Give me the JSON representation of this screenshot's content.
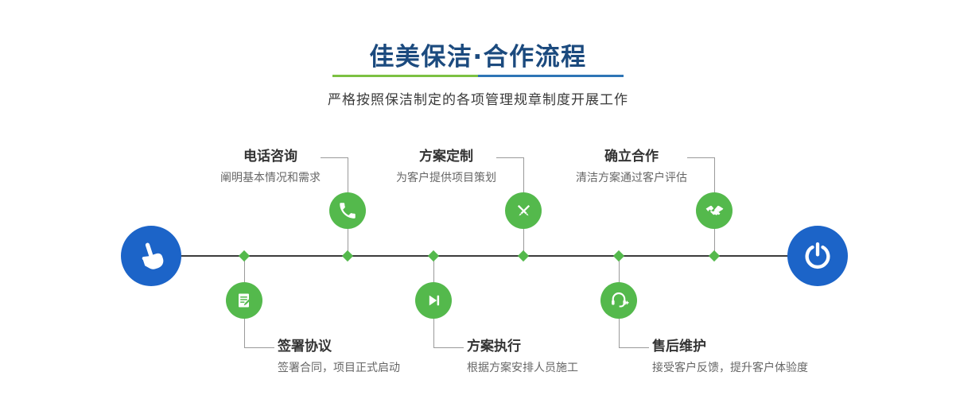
{
  "page": {
    "title": "佳美保洁·合作流程",
    "subtitle": "严格按照保洁制定的各项管理规章制度开展工作"
  },
  "colors": {
    "title_color": "#1b4a7e",
    "accent_green": "#54b94c",
    "accent_blue": "#1c64c8",
    "divider_green": "#7cc142",
    "divider_blue": "#2e75b6",
    "step_title_color": "#333333",
    "step_desc_color": "#666666",
    "line_color": "#3c3c3c",
    "connector_color": "#9a9a9a"
  },
  "timeline": {
    "start": {
      "icon": "hand-pointer-icon"
    },
    "end": {
      "icon": "power-icon"
    },
    "steps": [
      {
        "title": "签署协议",
        "desc": "签署合同，项目正式启动",
        "icon": "contract-sign-icon",
        "position": "bottom"
      },
      {
        "title": "电话咨询",
        "desc": "阐明基本情况和需求",
        "icon": "phone-icon",
        "position": "top"
      },
      {
        "title": "方案执行",
        "desc": "根据方案安排人员施工",
        "icon": "play-execute-icon",
        "position": "bottom"
      },
      {
        "title": "方案定制",
        "desc": "为客户提供项目策划",
        "icon": "pencil-tools-icon",
        "position": "top"
      },
      {
        "title": "售后维护",
        "desc": "接受客户反馈，提升客户体验度",
        "icon": "headset-support-icon",
        "position": "bottom"
      },
      {
        "title": "确立合作",
        "desc": "清洁方案通过客户评估",
        "icon": "handshake-icon",
        "position": "top"
      }
    ]
  }
}
